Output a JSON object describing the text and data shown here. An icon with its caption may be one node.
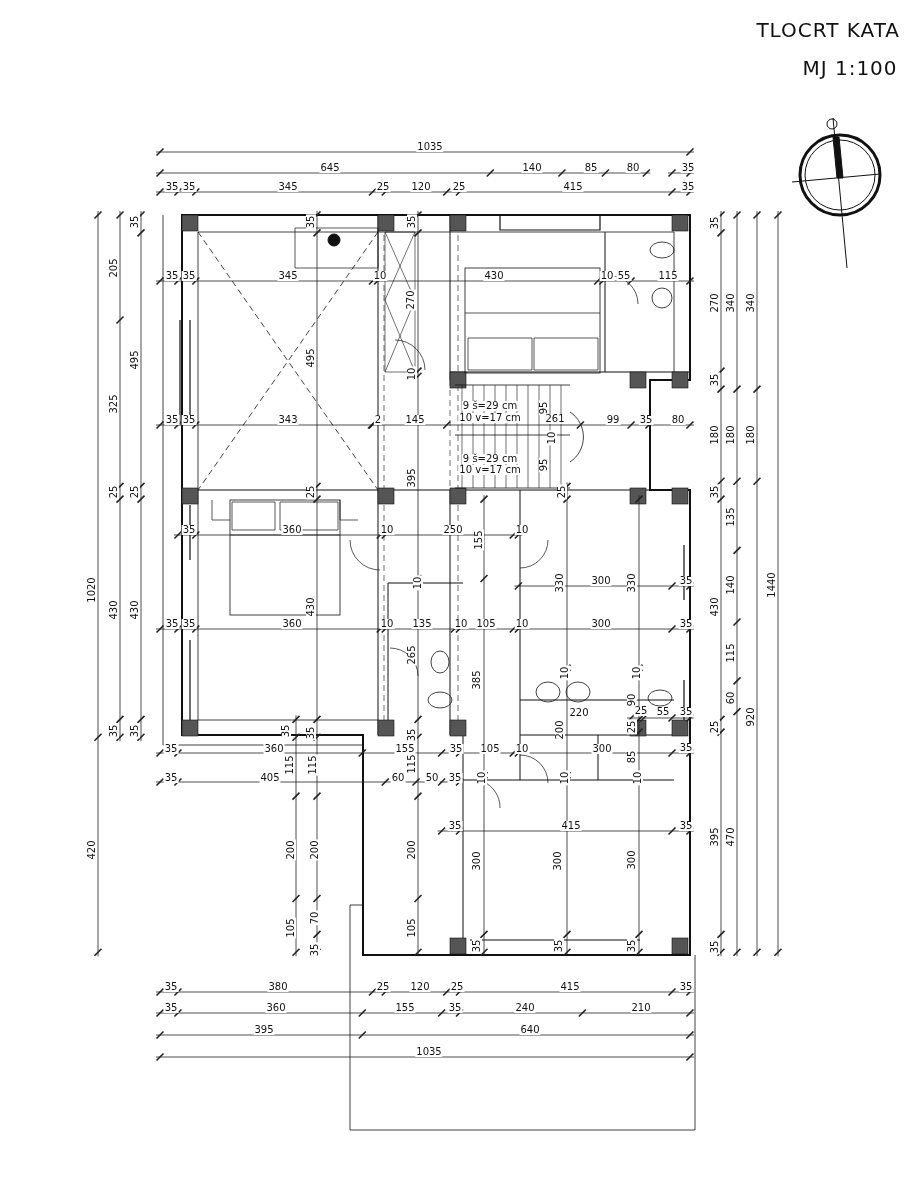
{
  "diagram": {
    "title": "TLOCRT KATA",
    "labels": [
      "MJ 1:100",
      "1035",
      "645",
      "140",
      "85",
      "80",
      "35",
      "35",
      "35",
      "345",
      "25",
      "120",
      "25",
      "415",
      "35",
      "35",
      "35",
      "35",
      "35",
      "205",
      "35",
      "35",
      "345",
      "10",
      "430",
      "10",
      "55",
      "115",
      "270",
      "270",
      "340",
      "340",
      "495",
      "495",
      "10",
      "35",
      "325",
      "9 š=29 cm",
      "95",
      "35",
      "35",
      "343",
      "2",
      "145",
      "10 v=17 cm",
      "261",
      "99",
      "35",
      "80",
      "180",
      "180",
      "180",
      "10",
      "9 š=29 cm",
      "10 v=17 cm",
      "95",
      "395",
      "25",
      "25",
      "25",
      "25",
      "35",
      "135",
      "35",
      "360",
      "10",
      "250",
      "10",
      "155",
      "1020",
      "10",
      "330",
      "300",
      "330",
      "35",
      "140",
      "1440",
      "430",
      "430",
      "430",
      "430",
      "35",
      "35",
      "360",
      "10",
      "135",
      "10",
      "105",
      "10",
      "300",
      "35",
      "265",
      "115",
      "10",
      "10",
      "385",
      "90",
      "60",
      "220",
      "25",
      "55",
      "35",
      "920",
      "35",
      "35",
      "35",
      "35",
      "35",
      "25",
      "25",
      "200",
      "35",
      "360",
      "155",
      "35",
      "105",
      "10",
      "300",
      "35",
      "85",
      "115",
      "115",
      "115",
      "35",
      "405",
      "60",
      "50",
      "35",
      "10",
      "10",
      "10",
      "35",
      "415",
      "35",
      "395",
      "470",
      "420",
      "200",
      "200",
      "200",
      "300",
      "300",
      "300",
      "70",
      "105",
      "105",
      "35",
      "35",
      "35",
      "35",
      "35",
      "35",
      "380",
      "25",
      "120",
      "25",
      "415",
      "35",
      "35",
      "360",
      "155",
      "35",
      "240",
      "210",
      "395",
      "640",
      "1035"
    ]
  }
}
